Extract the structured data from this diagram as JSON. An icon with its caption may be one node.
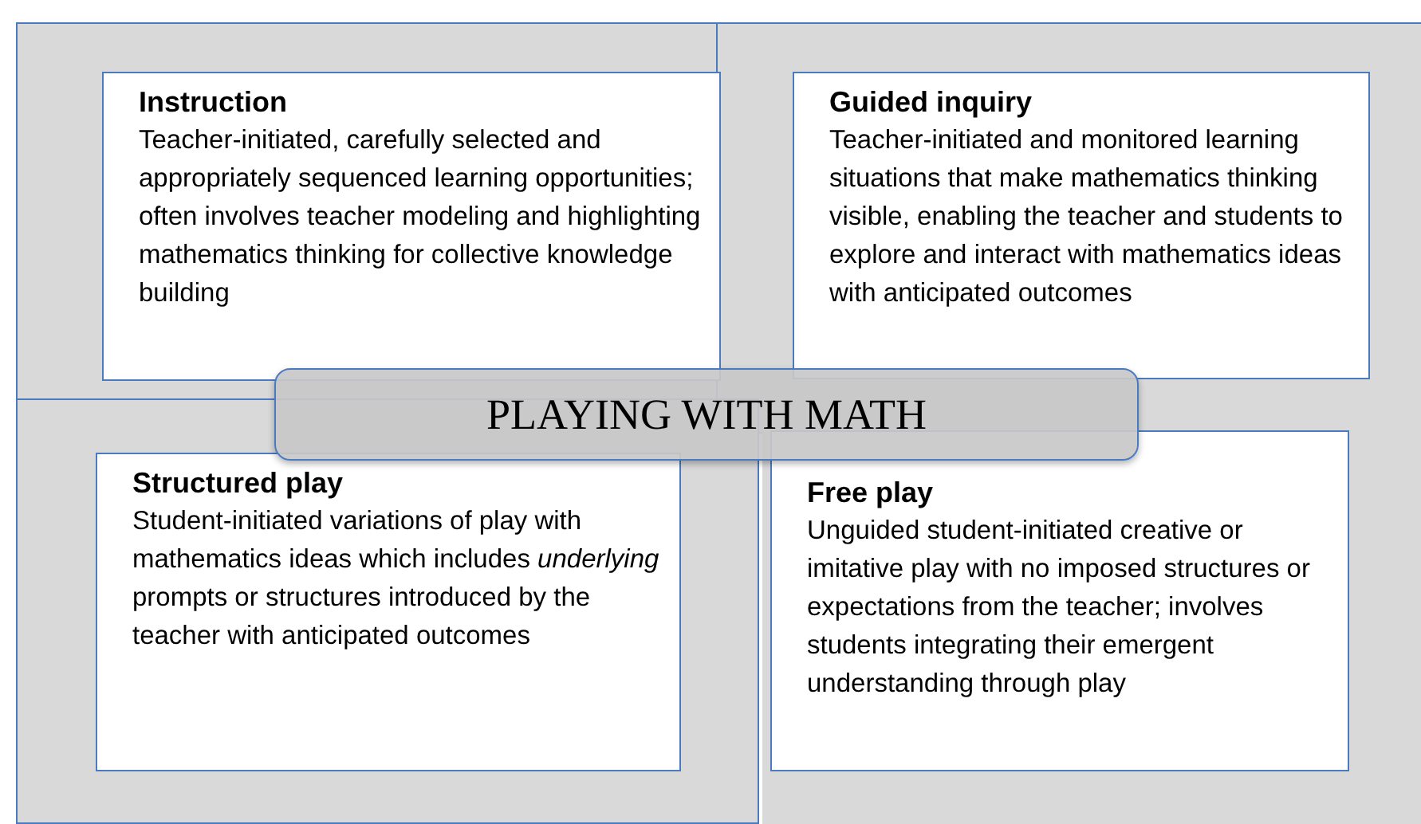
{
  "diagram": {
    "nodes": [
      {
        "text": [
          "Instruction",
          "Teacher-initiated, carefully selected and appropriately sequenced learning opportunities; often involves teacher modeling and highlighting mathematics thinking for collective knowledge building"
        ]
      },
      {
        "text": [
          "Guided inquiry",
          "Teacher-initiated and monitored learning situations that make mathematics thinking visible, enabling the teacher and students to explore and interact with mathematics ideas with anticipated outcomes"
        ]
      },
      {
        "text": [
          "PLAYING WITH MATH"
        ]
      },
      {
        "text": [
          "Structured play",
          "Student-initiated variations of play with mathematics ideas which includes *underlying* prompts or structures introduced by the teacher with anticipated outcomes"
        ]
      },
      {
        "text": [
          "Free play",
          "Unguided student-initiated creative or imitative play with no imposed structures or expectations from the teacher; involves students integrating their emergent understanding through play"
        ]
      }
    ],
    "edges": []
  }
}
